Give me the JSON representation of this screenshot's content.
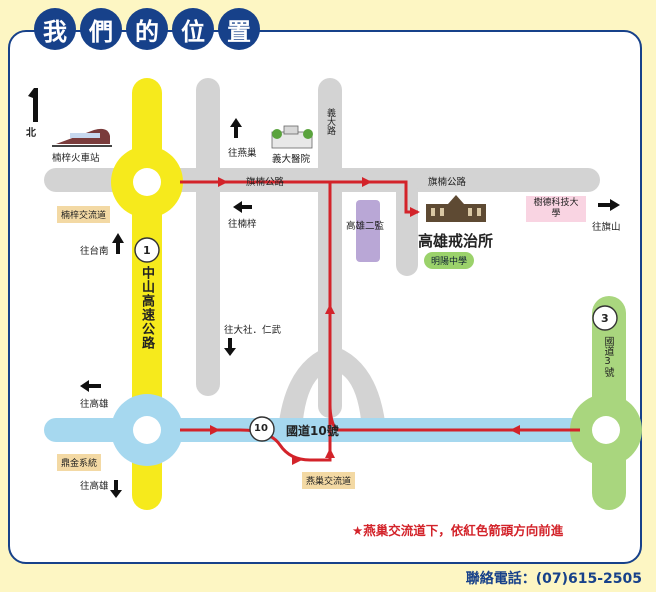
{
  "title": [
    "我",
    "們",
    "的",
    "位",
    "置"
  ],
  "compass": {
    "number": "1",
    "label": "北"
  },
  "roads": {
    "qiaonan_road_left": "旗楠公路",
    "qiaonan_road_right": "旗楠公路",
    "yida_road": "義大路",
    "zhongshan_freeway": "中山高速公路",
    "national_highway_10": "國道10號",
    "national_highway_3": "國道3號"
  },
  "shields": {
    "freeway1": "1",
    "nh3": "3",
    "nh10": "10"
  },
  "labels": {
    "nanzi_station": "楠梓火車站",
    "yida_hospital": "義大醫院",
    "kaohsiung_second_prison": "高雄二監",
    "kaohsiung_detention": "高雄戒治所",
    "to_yanchao": "往燕巢",
    "to_nanzi": "往楠梓",
    "to_tainan": "往台南",
    "to_dashe_renwu": "往大社．仁武",
    "to_kaohsiung_1": "往高雄",
    "to_kaohsiung_2": "往高雄",
    "to_qishan": "往旗山"
  },
  "tags": {
    "nanzi_interchange": "楠梓交流道",
    "dingjin_system": "鼎金系統",
    "yanchao_interchange": "燕巢交流道",
    "shute_university": "樹德科技大學",
    "mingyang_high_school": "明陽中學"
  },
  "note": "★燕巢交流道下，依紅色箭頭方向前進",
  "contact": "聯絡電話：(07)615-2505",
  "colors": {
    "background": "#fdf6c3",
    "frame": "#17418a",
    "freeway_yellow": "#f6ea1c",
    "highway_blue": "#a6d8ef",
    "highway_green": "#a9d67e",
    "road_gray": "#d3d3d3",
    "route_red": "#d3232a",
    "prison2_purple": "#b9a7d6"
  }
}
